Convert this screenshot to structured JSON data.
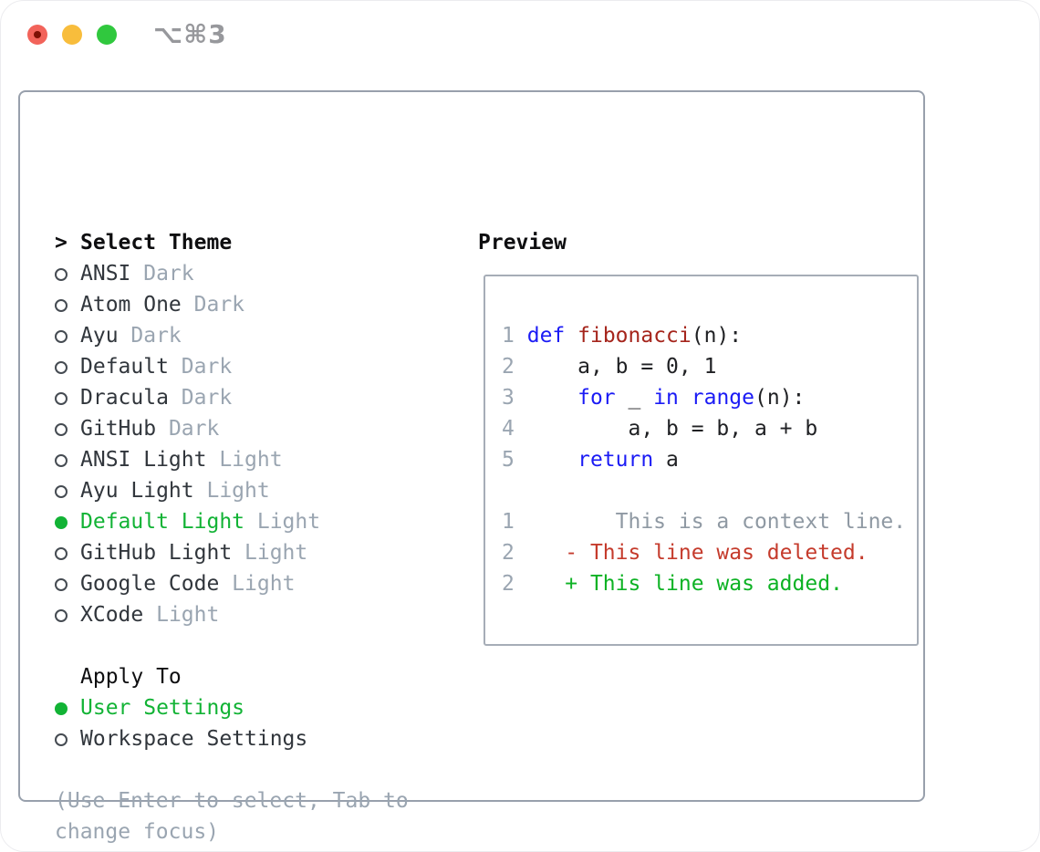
{
  "window": {
    "shortcut": "⌥⌘3"
  },
  "theme_panel": {
    "prompt": ">",
    "title": "Select Theme",
    "themes": [
      {
        "name": "ANSI",
        "variant": "Dark",
        "selected": false
      },
      {
        "name": "Atom One",
        "variant": "Dark",
        "selected": false
      },
      {
        "name": "Ayu",
        "variant": "Dark",
        "selected": false
      },
      {
        "name": "Default",
        "variant": "Dark",
        "selected": false
      },
      {
        "name": "Dracula",
        "variant": "Dark",
        "selected": false
      },
      {
        "name": "GitHub",
        "variant": "Dark",
        "selected": false
      },
      {
        "name": "ANSI Light",
        "variant": "Light",
        "selected": false
      },
      {
        "name": "Ayu Light",
        "variant": "Light",
        "selected": false
      },
      {
        "name": "Default Light",
        "variant": "Light",
        "selected": true
      },
      {
        "name": "GitHub Light",
        "variant": "Light",
        "selected": false
      },
      {
        "name": "Google Code",
        "variant": "Light",
        "selected": false
      },
      {
        "name": "XCode",
        "variant": "Light",
        "selected": false
      }
    ],
    "apply_to": {
      "title": "Apply To",
      "options": [
        {
          "label": "User Settings",
          "selected": true
        },
        {
          "label": "Workspace Settings",
          "selected": false
        }
      ]
    },
    "help_line1": "(Use Enter to select, Tab to",
    "help_line2": "change focus)"
  },
  "preview": {
    "title": "Preview",
    "lines": [
      {
        "kind": "code",
        "segments": [
          {
            "t": "1",
            "c": "num"
          },
          {
            "t": " ",
            "c": "pl"
          },
          {
            "t": "def",
            "c": "kw"
          },
          {
            "t": " ",
            "c": "pl"
          },
          {
            "t": "fibonacci",
            "c": "fn"
          },
          {
            "t": "(n):",
            "c": "pl"
          }
        ]
      },
      {
        "kind": "code",
        "segments": [
          {
            "t": "2",
            "c": "num"
          },
          {
            "t": "     a, b = 0, 1",
            "c": "pl"
          }
        ]
      },
      {
        "kind": "code",
        "segments": [
          {
            "t": "3",
            "c": "num"
          },
          {
            "t": "     ",
            "c": "pl"
          },
          {
            "t": "for",
            "c": "kw"
          },
          {
            "t": " _ ",
            "c": "pl"
          },
          {
            "t": "in",
            "c": "kw"
          },
          {
            "t": " ",
            "c": "pl"
          },
          {
            "t": "range",
            "c": "kw"
          },
          {
            "t": "(n):",
            "c": "pl"
          }
        ]
      },
      {
        "kind": "code",
        "segments": [
          {
            "t": "4",
            "c": "num"
          },
          {
            "t": "         a, b = b, a + b",
            "c": "pl"
          }
        ]
      },
      {
        "kind": "code",
        "segments": [
          {
            "t": "5",
            "c": "num"
          },
          {
            "t": "     ",
            "c": "pl"
          },
          {
            "t": "return",
            "c": "kw"
          },
          {
            "t": " a",
            "c": "pl"
          }
        ]
      },
      {
        "kind": "blank",
        "segments": []
      },
      {
        "kind": "diff-context",
        "segments": [
          {
            "t": "1",
            "c": "num"
          },
          {
            "t": "        This is a context line.",
            "c": "ctx"
          }
        ]
      },
      {
        "kind": "diff-deleted",
        "segments": [
          {
            "t": "2",
            "c": "num"
          },
          {
            "t": "    ",
            "c": "pl"
          },
          {
            "t": "- This line was deleted.",
            "c": "del"
          }
        ]
      },
      {
        "kind": "diff-added",
        "segments": [
          {
            "t": "2",
            "c": "num"
          },
          {
            "t": "    ",
            "c": "pl"
          },
          {
            "t": "+ This line was added.",
            "c": "add"
          }
        ]
      }
    ]
  },
  "colors": {
    "num": "#9aa5b1",
    "pl": "#202124",
    "kw": "#1b1bf5",
    "fn": "#a5251c",
    "ctx": "#8f99a3",
    "del": "#c53b2c",
    "add": "#0db224",
    "selected_green": "#12b335",
    "item_name": "#31363c",
    "muted": "#9aa5b1",
    "heading": "#0e0e10",
    "help": "#9aa5b1",
    "circle_stroke": "#454b52",
    "shortcut_gray": "#97989c",
    "traffic_red": "#f2635a",
    "traffic_red_dot": "#7e1004",
    "traffic_yellow": "#f8bd3c",
    "traffic_green": "#30c83e"
  }
}
